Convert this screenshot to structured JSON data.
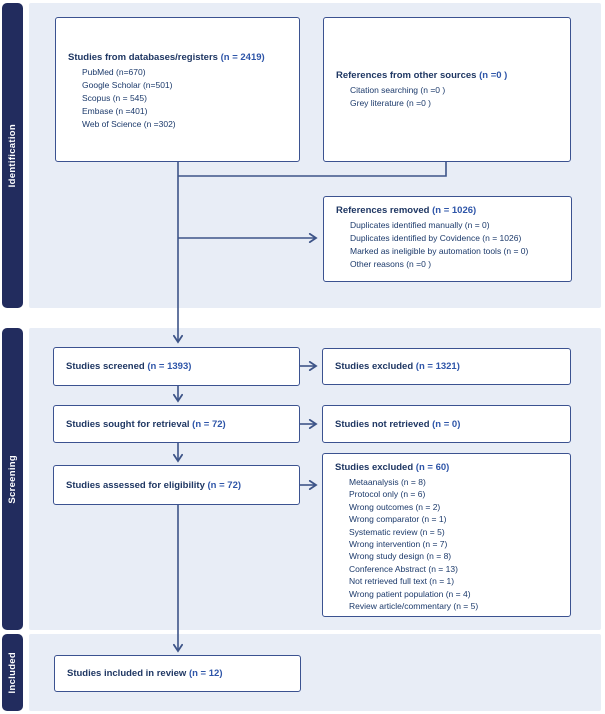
{
  "colors": {
    "sidebar_bg": "#222c5e",
    "section_bg": "#e8edf6",
    "box_border": "#3b5290",
    "box_bg": "#ffffff",
    "label_text": "#1f3763",
    "count_text": "#2e55a8",
    "item_text": "#1c3a6b",
    "arrow": "#3d5488",
    "sidebar_text": "#ffffff"
  },
  "sidebar": {
    "identification_label": "Identification",
    "screening_label": "Screening",
    "included_label": "Included"
  },
  "boxes": {
    "databases": {
      "label": "Studies from databases/registers ",
      "count": "(n = 2419)",
      "items": [
        "PubMed (n=670)",
        "Google Scholar (n=501)",
        "Scopus (n = 545)",
        "Embase (n =401)",
        "Web of Science (n =302)"
      ]
    },
    "other_sources": {
      "label": "References from other sources ",
      "count": "(n =0 )",
      "items": [
        "Citation searching (n =0 )",
        "Grey literature (n =0 )"
      ]
    },
    "references_removed": {
      "label": "References removed ",
      "count": "(n = 1026)",
      "items": [
        "Duplicates identified manually (n = 0)",
        "Duplicates identified by Covidence (n = 1026)",
        "Marked as ineligible by automation tools (n = 0)",
        "Other reasons (n =0 )"
      ]
    },
    "screened": {
      "label": "Studies screened ",
      "count": "(n = 1393)"
    },
    "excluded_screening": {
      "label": "Studies excluded ",
      "count": "(n = 1321)"
    },
    "sought": {
      "label": "Studies sought for retrieval ",
      "count": "(n = 72)"
    },
    "not_retrieved": {
      "label": "Studies not retrieved ",
      "count": "(n = 0)"
    },
    "assessed": {
      "label": "Studies assessed for eligibility ",
      "count": "(n = 72)"
    },
    "excluded_eligibility": {
      "label": "Studies excluded ",
      "count": "(n = 60)",
      "items": [
        "Metaanalysis (n = 8)",
        "Protocol only (n = 6)",
        "Wrong outcomes (n = 2)",
        "Wrong comparator (n = 1)",
        "Systematic review (n = 5)",
        "Wrong intervention (n = 7)",
        "Wrong study design (n = 8)",
        "Conference Abstract (n = 13)",
        "Not retrieved full text (n = 1)",
        "Wrong patient population (n = 4)",
        "Review article/commentary (n = 5)"
      ]
    },
    "included": {
      "label": "Studies included in review ",
      "count": "(n = 12)"
    }
  }
}
